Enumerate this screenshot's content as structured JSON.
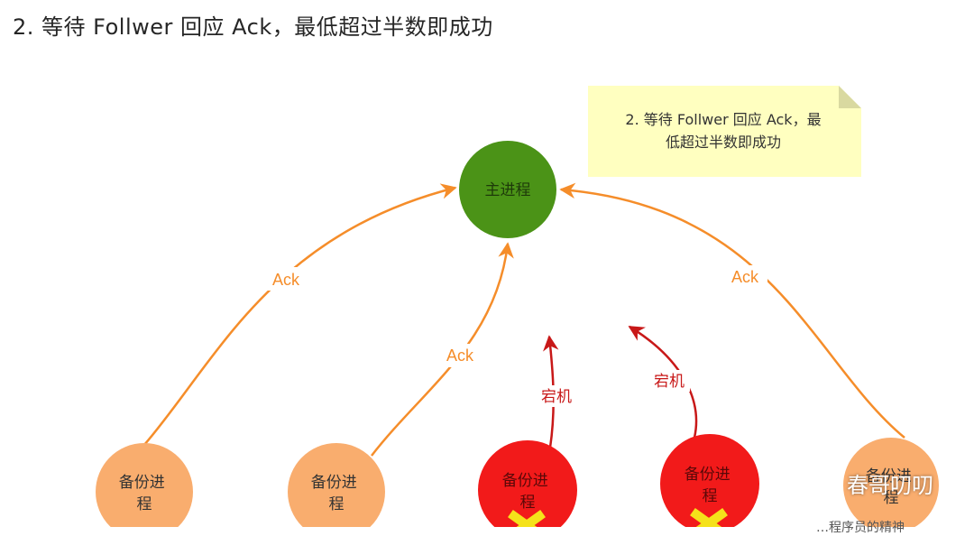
{
  "heading": "2. 等待 Follwer 回应 Ack，最低超过半数即成功",
  "note": {
    "line1": "2. 等待 Follwer 回应 Ack，最",
    "line2": "低超过半数即成功",
    "fill": "#ffffc0",
    "fold": "#d9d9a0"
  },
  "nodes": {
    "master": {
      "label": "主进程",
      "color": "#4b9317"
    },
    "backup1": {
      "line1": "备份进",
      "line2": "程",
      "color": "#f9ad6e"
    },
    "backup2": {
      "line1": "备份进",
      "line2": "程",
      "color": "#f9ad6e"
    },
    "backup3": {
      "line1": "备份进",
      "line2": "程",
      "color": "#f21a1a",
      "status": "down"
    },
    "backup4": {
      "line1": "备份进",
      "line2": "程",
      "color": "#f21a1a",
      "status": "down"
    },
    "backup5": {
      "line1": "备份进",
      "line2": "程",
      "color": "#f9ad6e"
    }
  },
  "edges": {
    "ack_label": "Ack",
    "ack_color": "#f58d2a",
    "down_label": "宕机",
    "down_color": "#c81818"
  },
  "failure_marker_color": "#f5e21a",
  "watermark": {
    "text": "春哥叨叨",
    "icon": "wechat-icon",
    "subtext": "…程序员的精神"
  }
}
